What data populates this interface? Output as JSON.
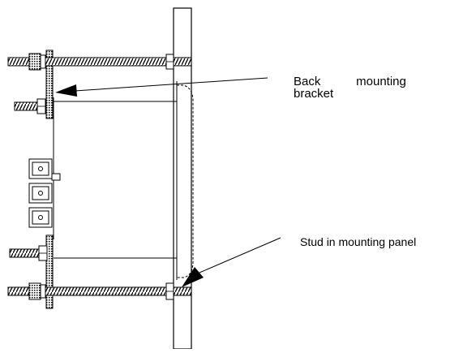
{
  "callouts": {
    "bracket_line1_word1": "Back",
    "bracket_line1_word2": "mounting",
    "bracket_line2": "bracket",
    "stud": "Stud in mounting panel"
  },
  "colors": {
    "ink": "#000000",
    "background": "#ffffff"
  }
}
